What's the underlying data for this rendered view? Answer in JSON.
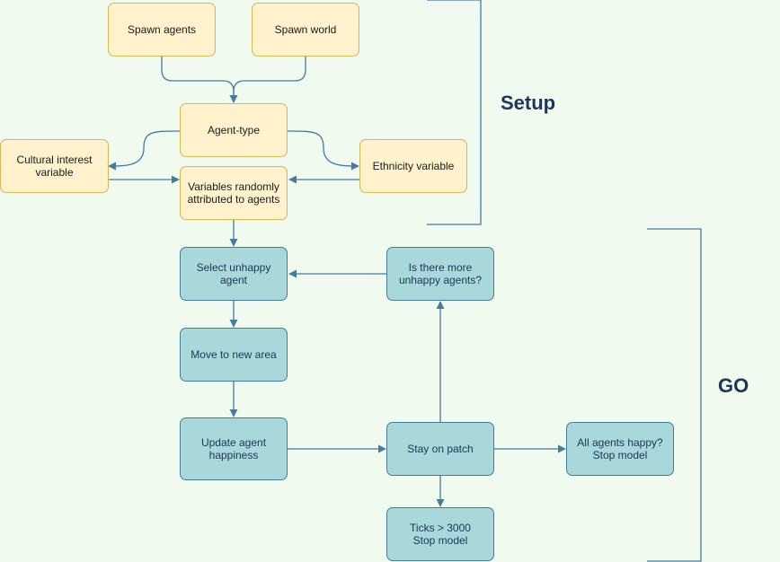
{
  "colors": {
    "background": "#f1faee",
    "setup_fill": "#fff2cc",
    "setup_stroke": "#d6b656",
    "go_fill": "#a8d8da",
    "go_stroke": "#457b9d",
    "edge": "#457b9d",
    "label": "#1d3557"
  },
  "sections": {
    "setup_label": "Setup",
    "go_label": "GO"
  },
  "nodes": {
    "spawn_agents": "Spawn agents",
    "spawn_world": "Spawn world",
    "agent_type": "Agent-type",
    "cultural_interest": "Cultural interest\nvariable",
    "ethnicity": "Ethnicity variable",
    "variables_random": "Variables randomly\nattributed to agents",
    "select_unhappy": "Select unhappy agent",
    "more_unhappy": "Is there more\nunhappy agents?",
    "move_new_area": "Move to new area",
    "update_happiness": "Update agent\nhappiness",
    "stay_on_patch": "Stay on patch",
    "all_happy": "All agents happy?\nStop model",
    "ticks_limit": "Ticks > 3000\nStop model"
  }
}
